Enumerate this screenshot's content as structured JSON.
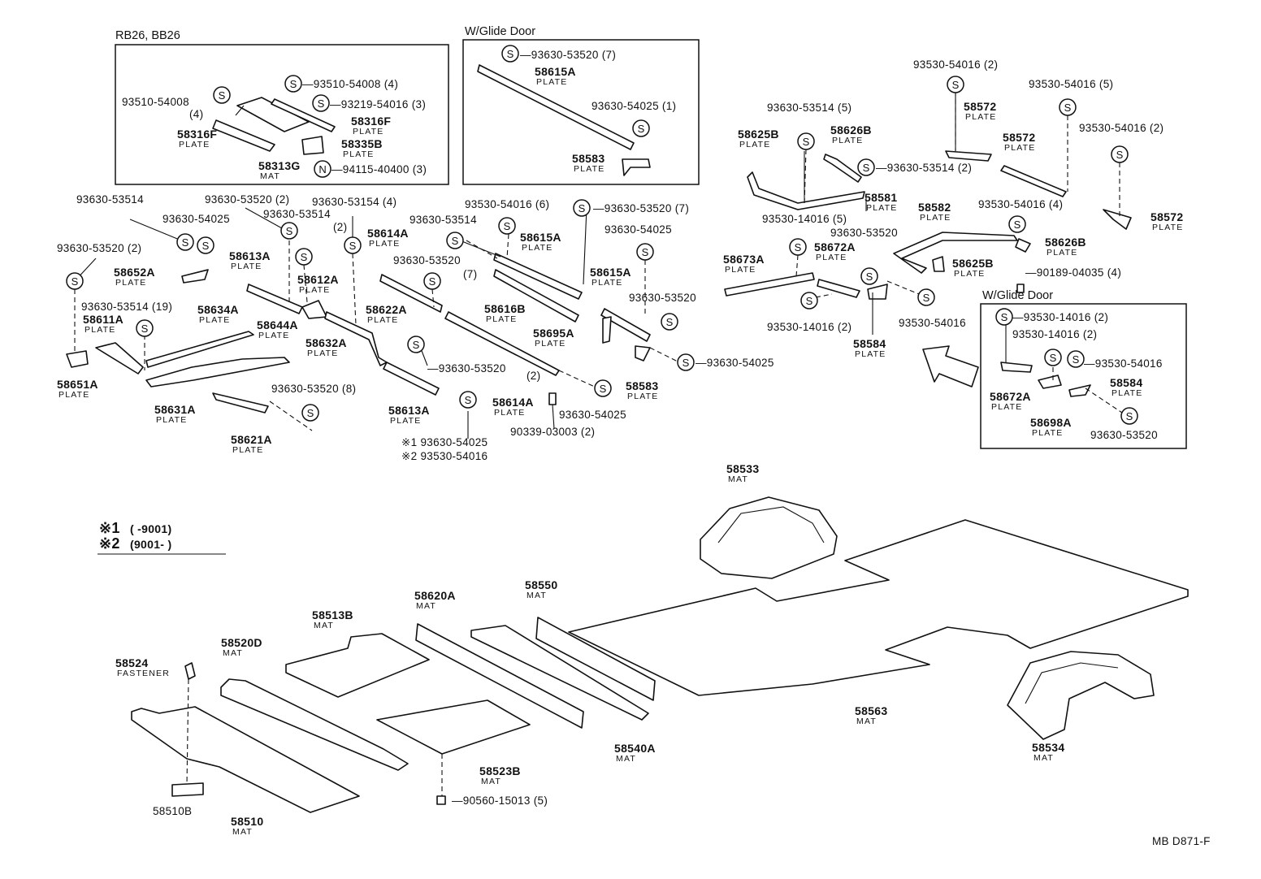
{
  "diagram_code": "MB D871-F",
  "notes": {
    "n1_mark": "※1",
    "n1_range": "(      -9001)",
    "n2_mark": "※2",
    "n2_range": "(9001-      )"
  },
  "boxes": {
    "rb26": {
      "title": "RB26, BB26"
    },
    "glide_top": {
      "title": "W/Glide Door"
    },
    "glide_right": {
      "title": "W/Glide Door"
    }
  },
  "symbols": {
    "s": "S",
    "n": "N"
  },
  "labels": [
    {
      "id": "l01",
      "text": "93510-54008"
    },
    {
      "id": "l02",
      "text": "(4)"
    },
    {
      "id": "l03",
      "text": "—93510-54008 (4)"
    },
    {
      "id": "l04",
      "text": "—93219-54016 (3)"
    },
    {
      "id": "l05",
      "text": "58316F",
      "sub": "PLATE"
    },
    {
      "id": "l06",
      "text": "58316F",
      "sub": "PLATE"
    },
    {
      "id": "l07",
      "text": "58335B",
      "sub": "PLATE"
    },
    {
      "id": "l08",
      "text": "58313G",
      "sub": "MAT"
    },
    {
      "id": "l09",
      "text": "—94115-40400 (3)"
    },
    {
      "id": "l10",
      "text": "—93630-53520 (7)"
    },
    {
      "id": "l11",
      "text": "58615A",
      "sub": "PLATE"
    },
    {
      "id": "l12",
      "text": "93630-54025 (1)"
    },
    {
      "id": "l13",
      "text": "58583",
      "sub": "PLATE"
    },
    {
      "id": "l14",
      "text": "93630-53514"
    },
    {
      "id": "l15",
      "text": "93630-53520 (2)"
    },
    {
      "id": "l16",
      "text": "93630-53514"
    },
    {
      "id": "l17",
      "text": "(2)"
    },
    {
      "id": "l18",
      "text": "93630-53154 (4)"
    },
    {
      "id": "l19",
      "text": "93630-54025"
    },
    {
      "id": "l20",
      "text": "93630-53520 (2)"
    },
    {
      "id": "l21",
      "text": "58652A",
      "sub": "PLATE"
    },
    {
      "id": "l22",
      "text": "58613A",
      "sub": "PLATE"
    },
    {
      "id": "l23",
      "text": "58612A",
      "sub": "PLATE"
    },
    {
      "id": "l24",
      "text": "58614A",
      "sub": "PLATE"
    },
    {
      "id": "l25",
      "text": "93630-53514 (19)"
    },
    {
      "id": "l26",
      "text": "58611A",
      "sub": "PLATE"
    },
    {
      "id": "l27",
      "text": "58634A",
      "sub": "PLATE"
    },
    {
      "id": "l28",
      "text": "58644A",
      "sub": "PLATE"
    },
    {
      "id": "l29",
      "text": "58632A",
      "sub": "PLATE"
    },
    {
      "id": "l30",
      "text": "58622A",
      "sub": "PLATE"
    },
    {
      "id": "l31",
      "text": "58651A",
      "sub": "PLATE"
    },
    {
      "id": "l32",
      "text": "58631A",
      "sub": "PLATE"
    },
    {
      "id": "l33",
      "text": "93630-53520 (8)"
    },
    {
      "id": "l34",
      "text": "58621A",
      "sub": "PLATE"
    },
    {
      "id": "l35",
      "text": "93630-53520"
    },
    {
      "id": "l36",
      "text": "(7)"
    },
    {
      "id": "l37",
      "text": "93530-54016 (6)"
    },
    {
      "id": "l38",
      "text": "—93630-53520 (7)"
    },
    {
      "id": "l39",
      "text": "93630-53514"
    },
    {
      "id": "l40",
      "text": "58615A",
      "sub": "PLATE"
    },
    {
      "id": "l41",
      "text": "93630-54025"
    },
    {
      "id": "l42",
      "text": "58615A",
      "sub": "PLATE"
    },
    {
      "id": "l43",
      "text": "58616B",
      "sub": "PLATE"
    },
    {
      "id": "l44",
      "text": "93630-53520"
    },
    {
      "id": "l45",
      "text": "58695A",
      "sub": "PLATE"
    },
    {
      "id": "l46",
      "text": "—93630-53520"
    },
    {
      "id": "l47",
      "text": "(2)"
    },
    {
      "id": "l48",
      "text": "58613A",
      "sub": "PLATE"
    },
    {
      "id": "l49",
      "text": "58614A",
      "sub": "PLATE"
    },
    {
      "id": "l50",
      "text": "93630-54025"
    },
    {
      "id": "l51",
      "text": "90339-03003 (2)"
    },
    {
      "id": "l52",
      "text": "58583",
      "sub": "PLATE"
    },
    {
      "id": "l53",
      "text": "—93630-54025"
    },
    {
      "id": "l54",
      "text": "※1  93630-54025"
    },
    {
      "id": "l55",
      "text": "※2  93530-54016"
    },
    {
      "id": "l56",
      "text": "93530-54016 (2)"
    },
    {
      "id": "l57",
      "text": "93530-54016 (5)"
    },
    {
      "id": "l58",
      "text": "93630-53514 (5)"
    },
    {
      "id": "l59",
      "text": "58625B",
      "sub": "PLATE"
    },
    {
      "id": "l60",
      "text": "58626B",
      "sub": "PLATE"
    },
    {
      "id": "l61",
      "text": "58572",
      "sub": "PLATE"
    },
    {
      "id": "l62",
      "text": "58572",
      "sub": "PLATE"
    },
    {
      "id": "l63",
      "text": "93530-54016 (2)"
    },
    {
      "id": "l64",
      "text": "—93630-53514 (2)"
    },
    {
      "id": "l65",
      "text": "58581",
      "sub": "PLATE"
    },
    {
      "id": "l66",
      "text": "93530-54016 (4)"
    },
    {
      "id": "l67",
      "text": "58572",
      "sub": "PLATE"
    },
    {
      "id": "l68",
      "text": "93530-14016 (5)"
    },
    {
      "id": "l69",
      "text": "58582",
      "sub": "PLATE"
    },
    {
      "id": "l70",
      "text": "93630-53520"
    },
    {
      "id": "l71",
      "text": "58626B",
      "sub": "PLATE"
    },
    {
      "id": "l72",
      "text": "58673A",
      "sub": "PLATE"
    },
    {
      "id": "l73",
      "text": "58672A",
      "sub": "PLATE"
    },
    {
      "id": "l74",
      "text": "58625B",
      "sub": "PLATE"
    },
    {
      "id": "l75",
      "text": "—90189-04035 (4)"
    },
    {
      "id": "l76",
      "text": "93530-14016 (2)"
    },
    {
      "id": "l77",
      "text": "58584",
      "sub": "PLATE"
    },
    {
      "id": "l78",
      "text": "93530-54016"
    },
    {
      "id": "l79",
      "text": "—93530-14016 (2)"
    },
    {
      "id": "l80",
      "text": "93530-14016 (2)"
    },
    {
      "id": "l81",
      "text": "—93530-54016"
    },
    {
      "id": "l82",
      "text": "58584",
      "sub": "PLATE"
    },
    {
      "id": "l83",
      "text": "58672A",
      "sub": "PLATE"
    },
    {
      "id": "l84",
      "text": "58698A",
      "sub": "PLATE"
    },
    {
      "id": "l85",
      "text": "93630-53520"
    },
    {
      "id": "l86",
      "text": "58533",
      "sub": "MAT"
    },
    {
      "id": "l87",
      "text": "58620A",
      "sub": "MAT"
    },
    {
      "id": "l88",
      "text": "58550",
      "sub": "MAT"
    },
    {
      "id": "l89",
      "text": "58513B",
      "sub": "MAT"
    },
    {
      "id": "l90",
      "text": "58524",
      "sub": "FASTENER"
    },
    {
      "id": "l91",
      "text": "58520D",
      "sub": "MAT"
    },
    {
      "id": "l92",
      "text": "58563",
      "sub": "MAT"
    },
    {
      "id": "l93",
      "text": "58540A",
      "sub": "MAT"
    },
    {
      "id": "l94",
      "text": "58523B",
      "sub": "MAT"
    },
    {
      "id": "l95",
      "text": "58534",
      "sub": "MAT"
    },
    {
      "id": "l96",
      "text": "58510B"
    },
    {
      "id": "l97",
      "text": "58510",
      "sub": "MAT"
    },
    {
      "id": "l98",
      "text": "—90560-15013 (5)"
    }
  ]
}
